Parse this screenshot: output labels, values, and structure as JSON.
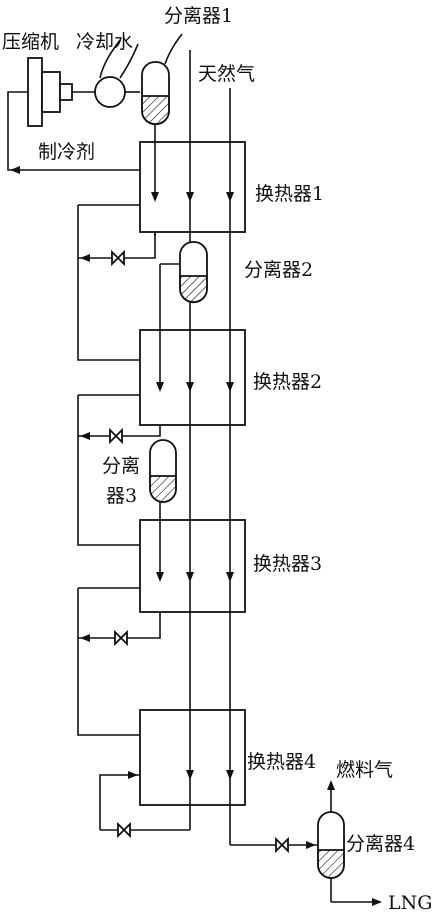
{
  "labels": {
    "compressor": "压缩机",
    "cooling_water": "冷却水",
    "separator1": "分离器1",
    "natural_gas": "天然气",
    "refrigerant": "制冷剂",
    "hx1": "换热器1",
    "separator2": "分离器2",
    "hx2": "换热器2",
    "separator3_line1": "分离",
    "separator3_line2": "器3",
    "hx3": "换热器3",
    "hx4": "换热器4",
    "fuel_gas": "燃料气",
    "separator4": "分离器4",
    "lng": "LNG"
  },
  "colors": {
    "line": "#111111",
    "background": "#ffffff"
  }
}
